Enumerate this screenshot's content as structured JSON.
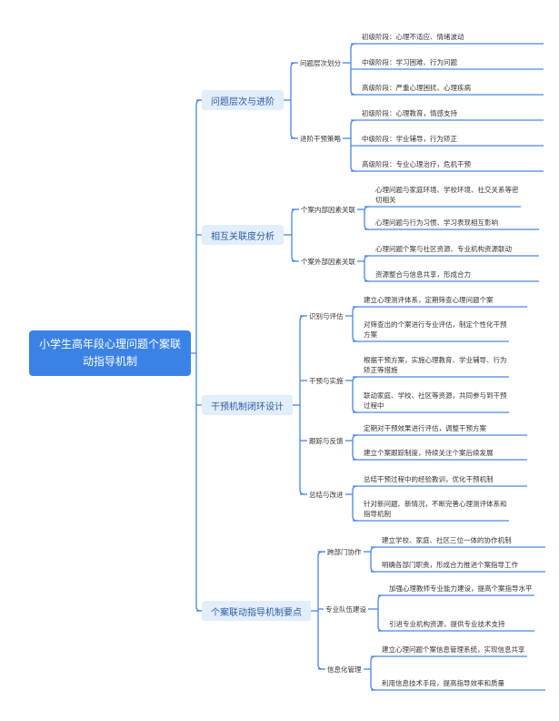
{
  "root": "小学生高年段心理问题个案联动指导机制",
  "branches": [
    {
      "label": "问题层次与进阶",
      "children": [
        {
          "label": "问题层次划分",
          "leaves": [
            "初级阶段：心理不适应、情绪波动",
            "中级阶段：学习困难、行为问题",
            "高级阶段：严重心理困扰、心理疾病"
          ]
        },
        {
          "label": "进阶干预策略",
          "leaves": [
            "初级阶段：心理教育，情感支持",
            "中级阶段：学业辅导，行为矫正",
            "高级阶段：专业心理治疗，危机干预"
          ]
        }
      ]
    },
    {
      "label": "相互关联度分析",
      "children": [
        {
          "label": "个案内部因素关联",
          "leaves": [
            "心理问题与家庭环境、学校环境、社交关系等密切相关",
            "心理问题与行为习惯、学习表现相互影响"
          ]
        },
        {
          "label": "个案外部因素关联",
          "leaves": [
            "心理问题个案与社区资源、专业机构资源联动",
            "资源整合与信息共享，形成合力"
          ]
        }
      ]
    },
    {
      "label": "干预机制闭环设计",
      "children": [
        {
          "label": "识别与评估",
          "leaves": [
            "建立心理测评体系，定期筛查心理问题个案",
            "对筛查出的个案进行专业评估，制定个性化干预方案"
          ]
        },
        {
          "label": "干预与实施",
          "leaves": [
            "根据干预方案，实施心理教育、学业辅导、行为矫正等措施",
            "联动家庭、学校、社区等资源，共同参与到干预过程中"
          ]
        },
        {
          "label": "跟踪与反馈",
          "leaves": [
            "定期对干预效果进行评估，调整干预方案",
            "建立个案跟踪制度，持续关注个案后续发展"
          ]
        },
        {
          "label": "总结与改进",
          "leaves": [
            "总结干预过程中的经验教训，优化干预机制",
            "针对新问题、新情况，不断完善心理测评体系和指导机制"
          ]
        }
      ]
    },
    {
      "label": "个案联动指导机制要点",
      "children": [
        {
          "label": "跨部门协作",
          "leaves": [
            "建立学校、家庭、社区三位一体的协作机制",
            "明确各部门职责，形成合力推进个案指导工作"
          ]
        },
        {
          "label": "专业队伍建设",
          "leaves": [
            "加强心理教师专业能力建设，提高个案指导水平",
            "引进专业机构资源，提供专业技术支持"
          ]
        },
        {
          "label": "信息化管理",
          "leaves": [
            "建立心理问题个案信息管理系统，实现信息共享",
            "利用信息技术手段，提高指导效率和质量"
          ]
        }
      ]
    }
  ],
  "colors": {
    "line": "#4a86e8",
    "root_fill": "#3b82e6",
    "branch_fill": "#e3eefb"
  }
}
